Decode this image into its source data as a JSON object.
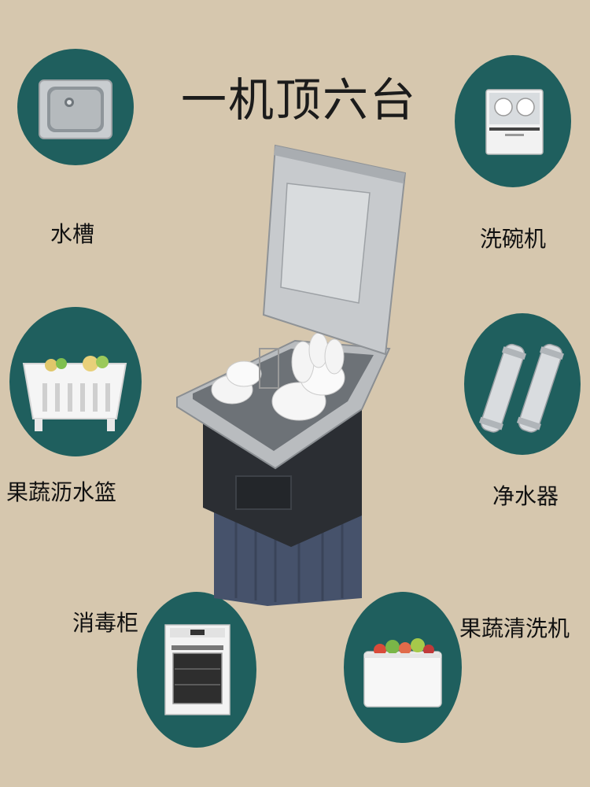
{
  "title": "一机顶六台",
  "features": [
    {
      "label": "水槽",
      "icon": "sink-icon"
    },
    {
      "label": "洗碗机",
      "icon": "dishwasher-icon"
    },
    {
      "label": "果蔬沥水篮",
      "icon": "drain-basket-icon"
    },
    {
      "label": "净水器",
      "icon": "water-purifier-icon"
    },
    {
      "label": "消毒柜",
      "icon": "sterilizer-cabinet-icon"
    },
    {
      "label": "果蔬清洗机",
      "icon": "produce-washer-icon"
    }
  ],
  "colors": {
    "background": "#d6c7ae",
    "circle": "#1f5f5e"
  }
}
